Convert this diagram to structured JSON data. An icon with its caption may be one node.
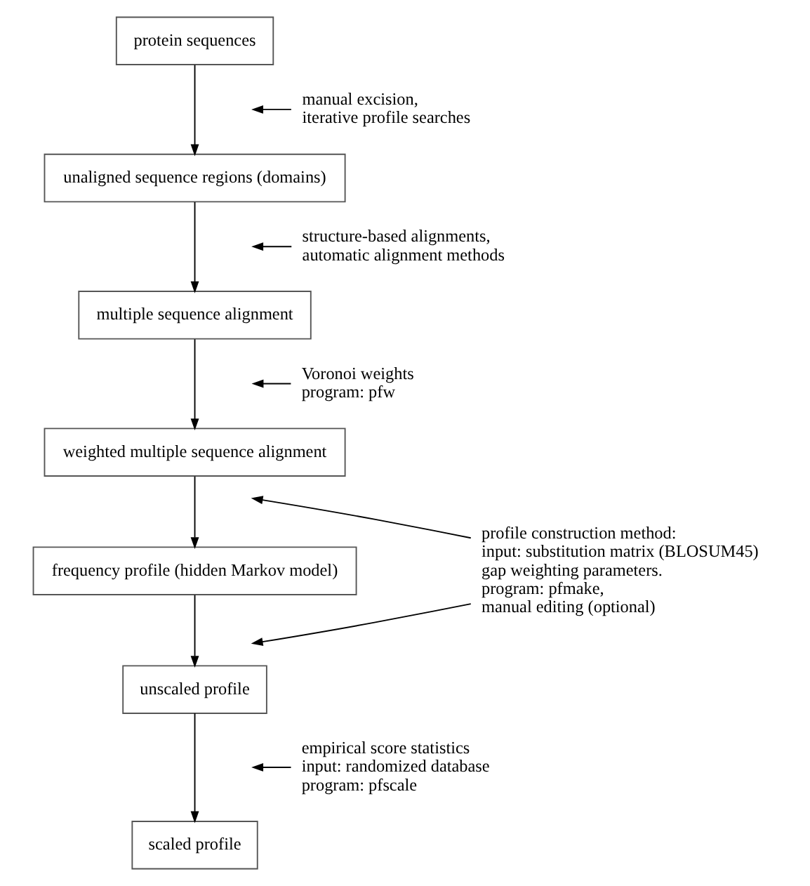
{
  "diagram": {
    "nodes": [
      {
        "text": [
          "protein sequences"
        ]
      },
      {
        "text": [
          "unaligned sequence regions (domains)"
        ]
      },
      {
        "text": [
          "multiple sequence alignment"
        ]
      },
      {
        "text": [
          "weighted multiple sequence alignment"
        ]
      },
      {
        "text": [
          "frequency profile (hidden Markov model)"
        ]
      },
      {
        "text": [
          "unscaled profile"
        ]
      },
      {
        "text": [
          "scaled profile"
        ]
      },
      {
        "text": [
          "manual excision,",
          "iterative profile searches"
        ]
      },
      {
        "text": [
          "structure-based alignments,",
          "automatic alignment methods"
        ]
      },
      {
        "text": [
          "Voronoi weights",
          "program: pfw"
        ]
      },
      {
        "text": [
          "profile construction method:",
          "input: substitution matrix (BLOSUM45)",
          "gap weighting parameters.",
          "program: pfmake,",
          "manual editing (optional)"
        ]
      },
      {
        "text": [
          "empirical score statistics",
          "input: randomized database",
          "program: pfscale"
        ]
      }
    ],
    "edges": [
      {
        "from": 0,
        "to": 1,
        "arrow": "to"
      },
      {
        "from": 1,
        "to": 2,
        "arrow": "to"
      },
      {
        "from": 2,
        "to": 3,
        "arrow": "to"
      },
      {
        "from": 3,
        "to": 4,
        "arrow": "to"
      },
      {
        "from": 4,
        "to": 5,
        "arrow": "to"
      },
      {
        "from": 5,
        "to": 6,
        "arrow": "to"
      },
      {
        "from": 7,
        "to": null,
        "arrow": "to"
      },
      {
        "from": 8,
        "to": null,
        "arrow": "to"
      },
      {
        "from": 9,
        "to": null,
        "arrow": "to"
      },
      {
        "from": 10,
        "to": null,
        "arrow": "to"
      },
      {
        "from": 10,
        "to": null,
        "arrow": "to"
      },
      {
        "from": 11,
        "to": null,
        "arrow": "to"
      }
    ]
  }
}
